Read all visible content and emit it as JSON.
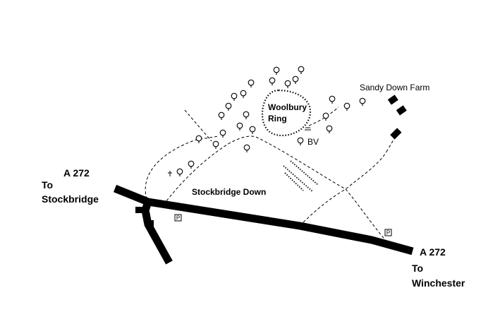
{
  "labels": {
    "a272_west": "A 272",
    "to_west": "To",
    "stockbridge": "Stockbridge",
    "a272_east": "A 272",
    "to_east": "To",
    "winchester": "Winchester",
    "woolbury_1": "Woolbury",
    "woolbury_2": "Ring",
    "stockbridge_down": "Stockbridge Down",
    "sandy_down_farm": "Sandy Down Farm",
    "bv": "BV",
    "parking": "P"
  },
  "colors": {
    "ink": "#000000",
    "background": "#ffffff"
  }
}
